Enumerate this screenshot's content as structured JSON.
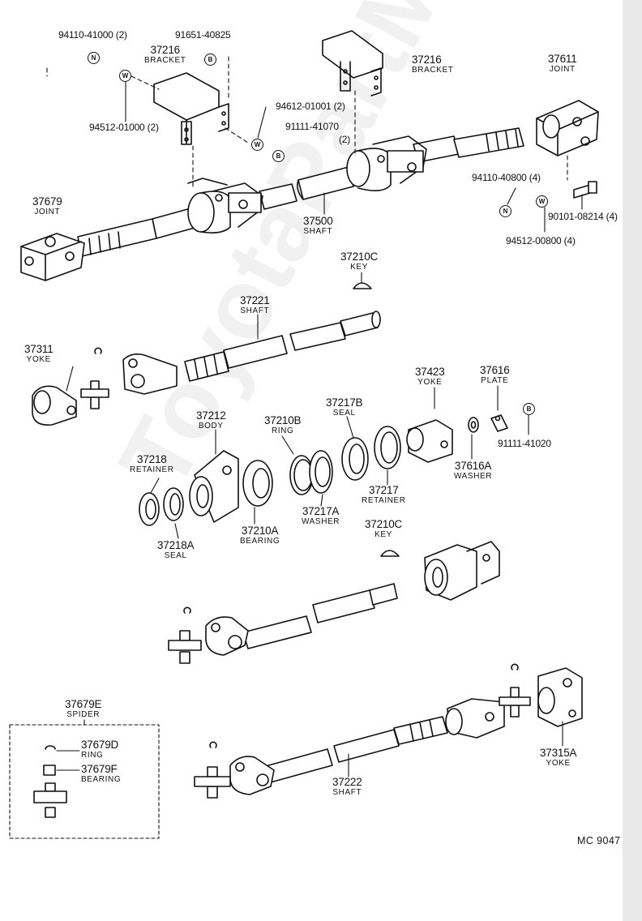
{
  "watermark": "ToyotaPartMine.ru",
  "reference": "MC 9047",
  "symbols": {
    "n": "N",
    "w": "W",
    "b": "B"
  },
  "parts": {
    "p37216a": {
      "number": "37216",
      "name": "BRACKET"
    },
    "p37216b": {
      "number": "37216",
      "name": "BRACKET"
    },
    "p37611": {
      "number": "37611",
      "name": "JOINT"
    },
    "p37679": {
      "number": "37679",
      "name": "JOINT"
    },
    "p37500": {
      "number": "37500",
      "name": "SHAFT"
    },
    "p37210c_a": {
      "number": "37210C",
      "name": "KEY"
    },
    "p37221": {
      "number": "37221",
      "name": "SHAFT"
    },
    "p37311": {
      "number": "37311",
      "name": "YOKE"
    },
    "p37423": {
      "number": "37423",
      "name": "YOKE"
    },
    "p37616": {
      "number": "37616",
      "name": "PLATE"
    },
    "p37212": {
      "number": "37212",
      "name": "BODY"
    },
    "p37210b": {
      "number": "37210B",
      "name": "RING"
    },
    "p37217b": {
      "number": "37217B",
      "name": "SEAL"
    },
    "p37218": {
      "number": "37218",
      "name": "RETAINER"
    },
    "p37616a": {
      "number": "37616A",
      "name": "WASHER"
    },
    "p37217": {
      "number": "37217",
      "name": "RETAINER"
    },
    "p37217a": {
      "number": "37217A",
      "name": "WASHER"
    },
    "p37210a": {
      "number": "37210A",
      "name": "BEARING"
    },
    "p37218a": {
      "number": "37218A",
      "name": "SEAL"
    },
    "p37210c_b": {
      "number": "37210C",
      "name": "KEY"
    },
    "p37679e": {
      "number": "37679E",
      "name": "SPIDER"
    },
    "p37679d": {
      "number": "37679D",
      "name": "RING"
    },
    "p37679f": {
      "number": "37679F",
      "name": "BEARING"
    },
    "p37315a": {
      "number": "37315A",
      "name": "YOKE"
    },
    "p37222": {
      "number": "37222",
      "name": "SHAFT"
    }
  },
  "codes": {
    "c94110_41000": "94110-41000 (2)",
    "c91651_40825": "91651-40825",
    "c94512_01000": "94512-01000 (2)",
    "c94612_01001": "94612-01001 (2)",
    "c91111_41070": "91111-41070",
    "c91111_41070_qty": "(2)",
    "c94110_40800": "94110-40800 (4)",
    "c90101_08214": "90101-08214 (4)",
    "c94512_00800": "94512-00800 (4)",
    "c91111_41020": "91111-41020"
  }
}
